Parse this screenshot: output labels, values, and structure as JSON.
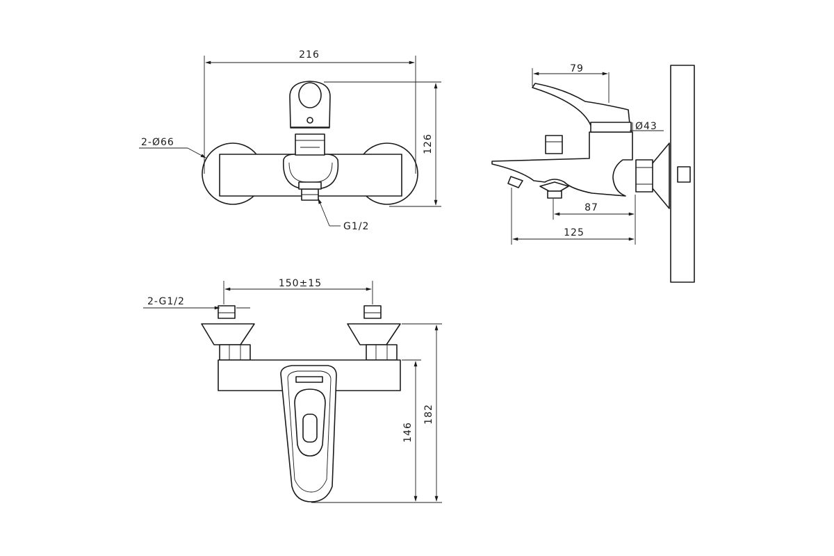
{
  "dimensions": {
    "front_width": "216",
    "front_height": "126",
    "flange_diameter": "2-Ø66",
    "outlet_thread": "G1/2",
    "side_top_offset": "79",
    "side_diameter": "Ø43",
    "side_spout_inner": "87",
    "side_spout_total": "125",
    "bottom_spacing": "150±15",
    "bottom_inlets": "2-G1/2",
    "bottom_spout_height": "146",
    "bottom_total_height": "182"
  }
}
